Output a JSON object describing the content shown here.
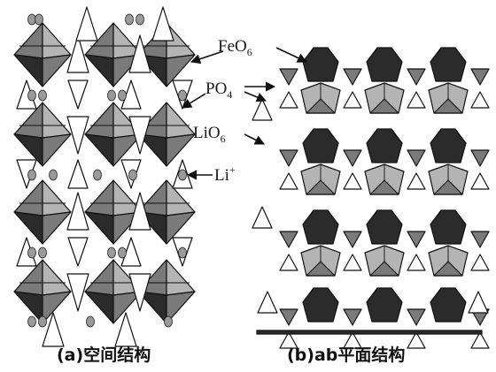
{
  "labels": {
    "feo6": "FeO",
    "feo6_sub": "6",
    "po4": "PO",
    "po4_sub": "4",
    "lio6": "LiO",
    "lio6_sub": "6",
    "li": "Li",
    "li_sup": "+"
  },
  "captions": {
    "left": "(a)空间结构",
    "right": "(b)ab平面结构"
  },
  "colors": {
    "dark_octahedron": "#2b2b2b",
    "mid_octahedron": "#7a7a7a",
    "light_octahedron": "#b4b4b4",
    "tetrahedron": "#ffffff",
    "li_atom": "#9a9a9a"
  }
}
